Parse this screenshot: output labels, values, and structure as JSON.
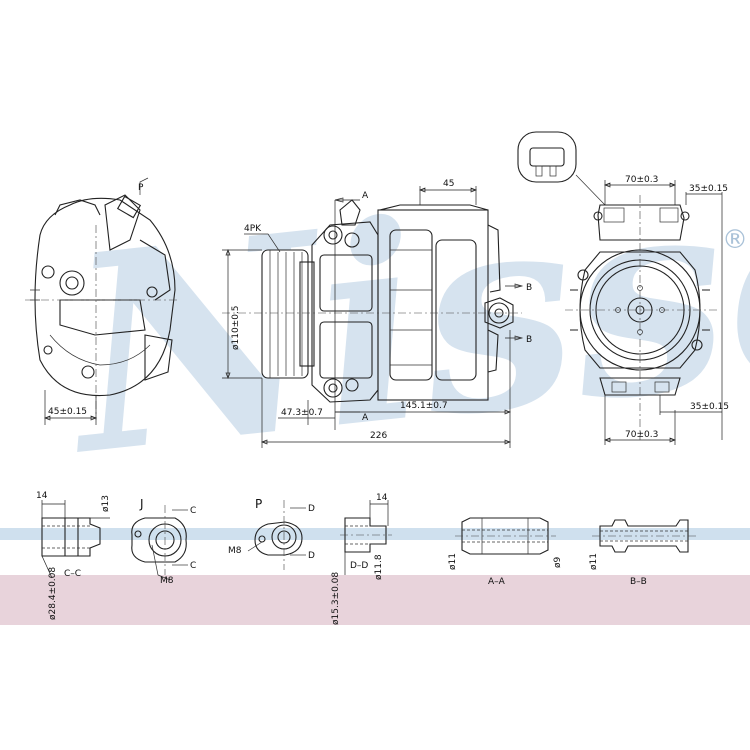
{
  "brand": {
    "watermark": "Nissens",
    "registered": "®"
  },
  "side_view": {
    "width_dim": "45±0.15",
    "arrow_label": "P"
  },
  "front_view": {
    "belt": "4PK",
    "pulley_dia": "ø110±0.5",
    "top_dim": "45",
    "section_A": "A",
    "section_B": "B",
    "pulley_offset": "47.3±0.7",
    "mount_length": "145.1±0.7",
    "overall_length": "226"
  },
  "rear_view": {
    "top_width": "70±0.3",
    "top_offset": "35±0.15",
    "bottom_offset": "35±0.15",
    "bottom_width": "70±0.3"
  },
  "details": {
    "cc": {
      "len": "14",
      "dia_top": "ø13",
      "dia_bottom": "ø28.4±0.08",
      "caption": "C–C"
    },
    "j": {
      "title": "J",
      "cut": "C",
      "thread": "M8"
    },
    "p": {
      "title": "P",
      "cut": "D",
      "thread": "M8"
    },
    "dd": {
      "len": "14",
      "dia_bottom": "ø15.3±0.08",
      "dia_side": "ø11.8",
      "caption": "D–D"
    },
    "aa": {
      "dia_left": "ø11",
      "dia_right": "ø9",
      "caption": "A–A"
    },
    "bb": {
      "dia_left": "ø11",
      "caption": "B–B"
    }
  }
}
